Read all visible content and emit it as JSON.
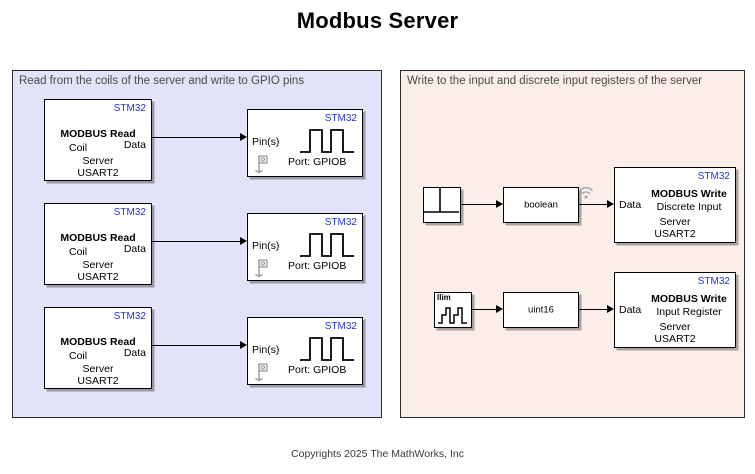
{
  "title": "Modbus Server",
  "footer": "Copyrights 2025 The MathWorks, Inc",
  "colors": {
    "left_panel_bg": "#e2e2f8",
    "right_panel_bg": "#fbeee8",
    "panel_border": "#2b2b2b",
    "stm32_tag": "#2233dd",
    "wire": "#000000",
    "caption_text": "#4a4a4a"
  },
  "left_panel": {
    "caption": "Read from the coils of the server and write to GPIO pins",
    "rows": [
      {
        "read_block": {
          "tag": "STM32",
          "title": "MODBUS Read",
          "source": "Coil",
          "out_port": "Data",
          "server_label": "Server",
          "server_value": "USART2"
        },
        "gpio_block": {
          "tag": "STM32",
          "in_port": "Pin(s)",
          "port_label": "Port: GPIOB",
          "icon": "square-wave-icon",
          "flag_icon": "pin-flag-icon"
        }
      },
      {
        "read_block": {
          "tag": "STM32",
          "title": "MODBUS Read",
          "source": "Coil",
          "out_port": "Data",
          "server_label": "Server",
          "server_value": "USART2"
        },
        "gpio_block": {
          "tag": "STM32",
          "in_port": "Pin(s)",
          "port_label": "Port: GPIOB",
          "icon": "square-wave-icon",
          "flag_icon": "pin-flag-icon"
        }
      },
      {
        "read_block": {
          "tag": "STM32",
          "title": "MODBUS Read",
          "source": "Coil",
          "out_port": "Data",
          "server_label": "Server",
          "server_value": "USART2"
        },
        "gpio_block": {
          "tag": "STM32",
          "in_port": "Pin(s)",
          "port_label": "Port: GPIOB",
          "icon": "square-wave-icon",
          "flag_icon": "pin-flag-icon"
        }
      }
    ]
  },
  "right_panel": {
    "caption": "Write to the input and discrete input registers of the server",
    "rows": [
      {
        "source": {
          "icon": "pulse-generator-icon",
          "label": ""
        },
        "converter": {
          "label": "boolean"
        },
        "write_block": {
          "tag": "STM32",
          "title": "MODBUS Write",
          "target": "Discrete Input",
          "in_port": "Data",
          "server_label": "Server",
          "server_value": "USART2"
        },
        "signal_marker": "wireless-signal-icon"
      },
      {
        "source": {
          "icon": "repeating-stair-icon",
          "label": "llim"
        },
        "converter": {
          "label": "uint16"
        },
        "write_block": {
          "tag": "STM32",
          "title": "MODBUS Write",
          "target": "Input Register",
          "in_port": "Data",
          "server_label": "Server",
          "server_value": "USART2"
        },
        "signal_marker": ""
      }
    ]
  }
}
